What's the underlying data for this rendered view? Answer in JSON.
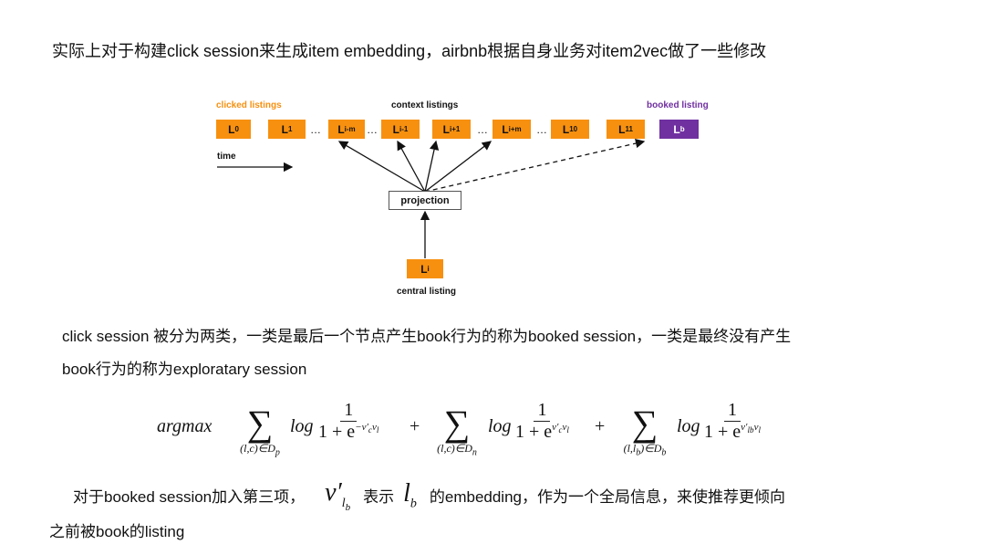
{
  "heading": "实际上对于构建click session来生成item embedding，airbnb根据自身业务对item2vec做了一些修改",
  "diagram": {
    "clicked_label": "clicked listings",
    "context_label": "context listings",
    "booked_label": "booked listing",
    "time_label": "time",
    "projection_label": "projection",
    "central_label": "central listing",
    "listings": [
      {
        "base": "L",
        "sub": "0"
      },
      {
        "base": "L",
        "sub": "1"
      },
      {
        "base": "L",
        "sub": "i-m"
      },
      {
        "base": "L",
        "sub": "i-1"
      },
      {
        "base": "L",
        "sub": "i+1"
      },
      {
        "base": "L",
        "sub": "i+m"
      },
      {
        "base": "L",
        "sub": "10"
      },
      {
        "base": "L",
        "sub": "11"
      },
      {
        "base": "L",
        "sub": "b"
      }
    ],
    "central": {
      "base": "L",
      "sub": "i"
    },
    "ellipsis": "…",
    "colors": {
      "clicked": "#f7900f",
      "booked": "#7030a0"
    }
  },
  "para1_line1": "click session 被分为两类，一类是最后一个节点产生book行为的称为booked session，一类是最终没有产生",
  "para1_line2": "book行为的称为exploratary session",
  "formula": {
    "argmax": "argmax",
    "log": "log",
    "one": "1",
    "plus": "+",
    "den1": "1 + e",
    "exp1": "−v′",
    "exp1c": "c",
    "exp1v": "v",
    "exp1l": "l",
    "den2": "1 + e",
    "exp2": "v′",
    "exp2c": "c",
    "exp2v": "v",
    "exp2l": "l",
    "den3": "1 + e",
    "exp3": "v′",
    "exp3c": "lb",
    "exp3v": "v",
    "exp3l": "l",
    "sum1": "(l,c)∈D",
    "sum1s": "p",
    "sum2": "(l,c)∈D",
    "sum2s": "n",
    "sum3": "(l,l",
    "sum3b": "b",
    "sum3e": ")∈D",
    "sum3s": "b",
    "sigma": "∑"
  },
  "para2": {
    "a": "对于booked session加入第三项，",
    "v": "v′",
    "vsub": "l",
    "vsubsub": "b",
    "b": "表示",
    "l": "l",
    "lsub": "b",
    "c": "的embedding，作为一个全局信息，来使推荐更倾向"
  },
  "para2_line2": "之前被book的listing"
}
